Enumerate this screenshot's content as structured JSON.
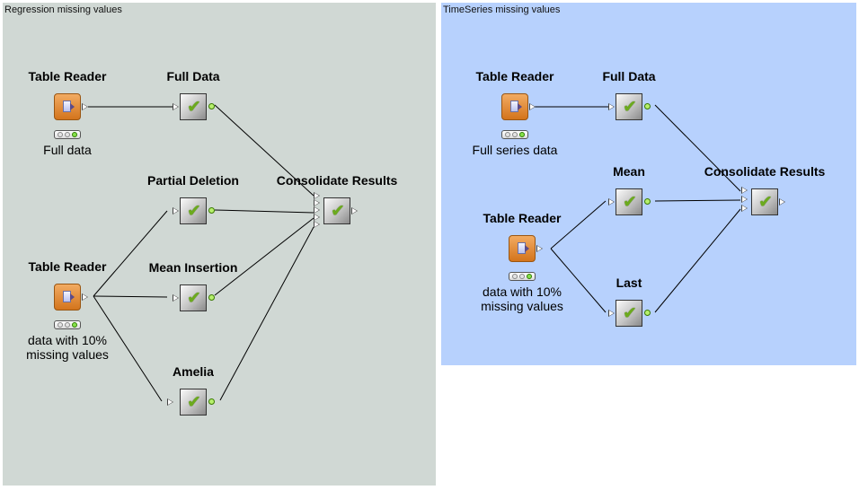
{
  "panels": {
    "regression": {
      "title": "Regression missing values"
    },
    "timeseries": {
      "title": "TimeSeries missing values"
    }
  },
  "regression_nodes": {
    "reader_full": {
      "title": "Table Reader",
      "label": "Full data"
    },
    "full_data": {
      "title": "Full Data"
    },
    "partial_deletion": {
      "title": "Partial Deletion"
    },
    "consolidate": {
      "title": "Consolidate Results"
    },
    "reader_missing": {
      "title": "Table Reader",
      "label": "data with 10%\nmissing values"
    },
    "mean_insertion": {
      "title": "Mean Insertion"
    },
    "amelia": {
      "title": "Amelia"
    }
  },
  "timeseries_nodes": {
    "reader_full": {
      "title": "Table Reader",
      "label": "Full series data"
    },
    "full_data": {
      "title": "Full Data"
    },
    "mean": {
      "title": "Mean"
    },
    "consolidate": {
      "title": "Consolidate Results"
    },
    "reader_missing": {
      "title": "Table Reader",
      "label": "data with 10%\nmissing values"
    },
    "last": {
      "title": "Last"
    }
  },
  "icons": {
    "reader": "table-reader-icon",
    "node": "executed-checkmark-icon",
    "status": "traffic-light-status-icon"
  },
  "colors": {
    "regression_background": "#d0d8d4",
    "timeseries_background": "#b7d1fd",
    "reader_orange": "#d3741c",
    "check_green": "#6cab1d"
  }
}
